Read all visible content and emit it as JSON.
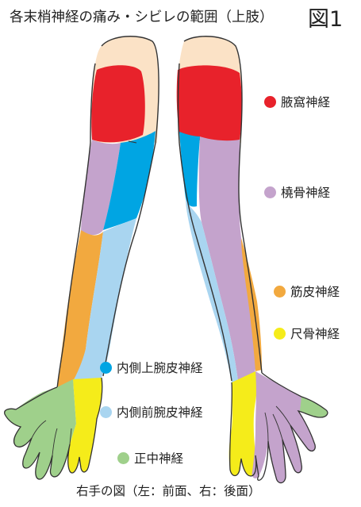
{
  "header": {
    "title": "各末梢神経の痛み・シビレの範囲（上肢）",
    "figure_label": "図1"
  },
  "legend": [
    {
      "key": "axillary",
      "label": "腋窩神経",
      "color": "#e8222b"
    },
    {
      "key": "radial",
      "label": "橈骨神経",
      "color": "#c4a3cc"
    },
    {
      "key": "musculocutaneous",
      "label": "筋皮神経",
      "color": "#f2a93f"
    },
    {
      "key": "ulnar",
      "label": "尺骨神経",
      "color": "#f5ec1a"
    },
    {
      "key": "medial_brachial",
      "label": "内側上腕皮神経",
      "color": "#00a5e3"
    },
    {
      "key": "medial_antebrachial",
      "label": "内側前腕皮神経",
      "color": "#a9d5f0"
    },
    {
      "key": "median",
      "label": "正中神経",
      "color": "#9fd08b"
    }
  ],
  "colors": {
    "skin": "#fbe2c6",
    "outline": "#333333"
  },
  "caption": "右手の図（左：前面、右：後面）"
}
